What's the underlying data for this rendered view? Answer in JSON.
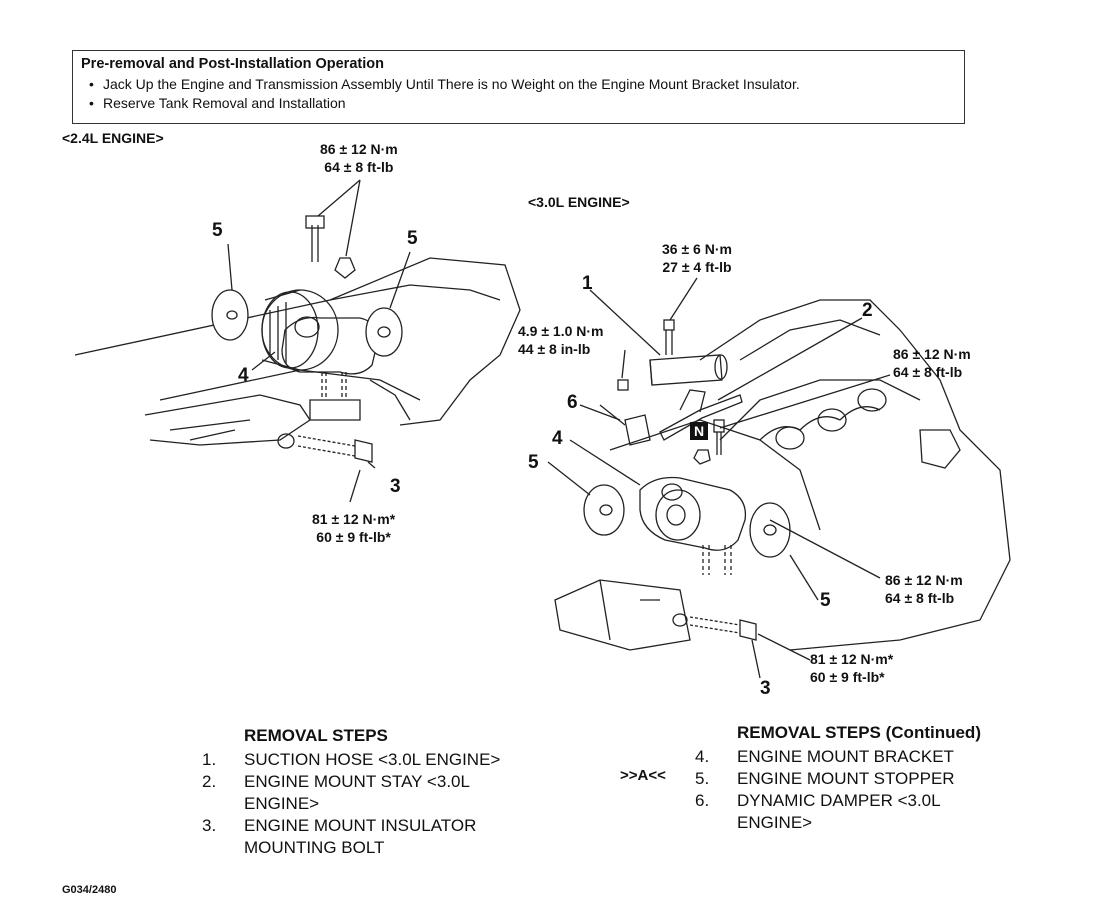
{
  "note": {
    "title": "Pre-removal and Post-Installation Operation",
    "items": [
      "Jack Up the Engine and Transmission Assembly Until There is no Weight on the Engine Mount Bracket Insulator.",
      "Reserve Tank Removal and Installation"
    ]
  },
  "left_diagram": {
    "label": "<2.4L ENGINE>",
    "torque_top": [
      "86 ± 12 N·m",
      "64 ± 8 ft-lb"
    ],
    "torque_bottom": [
      "81 ± 12 N·m*",
      "60 ± 9 ft-lb*"
    ],
    "callouts": [
      "5",
      "5",
      "4",
      "3"
    ]
  },
  "right_diagram": {
    "label": "<3.0L ENGINE>",
    "torque_suction": [
      "36 ± 6 N·m",
      "27 ± 4 ft-lb"
    ],
    "torque_damper": [
      "4.9 ± 1.0 N·m",
      "44 ± 8 in-lb"
    ],
    "torque_stay": [
      "86 ± 12 N·m",
      "64 ± 8 ft-lb"
    ],
    "torque_stopper": [
      "86 ± 12 N·m",
      "64 ± 8 ft-lb"
    ],
    "torque_bolt": [
      "81 ± 12 N·m*",
      "60 ± 9 ft-lb*"
    ],
    "callouts": [
      "1",
      "2",
      "6",
      "4",
      "5",
      "5",
      "3"
    ],
    "nut_symbol": "N"
  },
  "removal_steps": {
    "title": "REMOVAL STEPS",
    "items": [
      {
        "num": "1.",
        "text": "SUCTION HOSE <3.0L ENGINE>"
      },
      {
        "num": "2.",
        "text": "ENGINE MOUNT STAY <3.0L ENGINE>"
      },
      {
        "num": "3.",
        "text": "ENGINE MOUNT INSULATOR MOUNTING BOLT"
      }
    ]
  },
  "removal_steps_cont": {
    "title": "REMOVAL STEPS (Continued)",
    "marker": ">>A<<",
    "items": [
      {
        "num": "4.",
        "text": "ENGINE MOUNT BRACKET"
      },
      {
        "num": "5.",
        "text": "ENGINE MOUNT STOPPER"
      },
      {
        "num": "6.",
        "text": "DYNAMIC DAMPER <3.0L ENGINE>"
      }
    ]
  },
  "figure_code": "G034/2480"
}
